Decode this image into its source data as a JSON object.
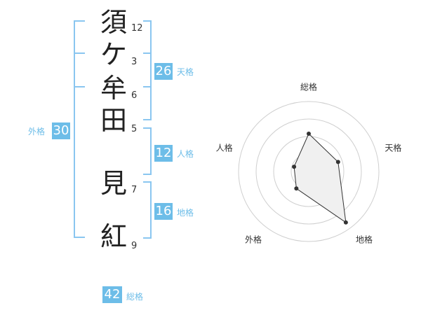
{
  "name": {
    "chars": [
      "須",
      "ケ",
      "牟",
      "田",
      "見",
      "紅"
    ],
    "strokes": [
      "12",
      "3",
      "6",
      "5",
      "7",
      "9"
    ]
  },
  "fortunes": {
    "tenkaku": {
      "value": "26",
      "label": "天格"
    },
    "jinkaku": {
      "value": "12",
      "label": "人格"
    },
    "chikaku": {
      "value": "16",
      "label": "地格"
    },
    "gaikaku": {
      "value": "30",
      "label": "外格"
    },
    "soukaku": {
      "value": "42",
      "label": "総格"
    }
  },
  "colors": {
    "accent": "#6dbde8",
    "bracket": "#8ac6f0"
  },
  "chart_data": {
    "type": "radar",
    "axes": [
      "総格",
      "天格",
      "地格",
      "外格",
      "人格"
    ],
    "rings": 4,
    "values": [
      2.7,
      2.2,
      4.5,
      1.5,
      1.1
    ],
    "max": 5
  }
}
